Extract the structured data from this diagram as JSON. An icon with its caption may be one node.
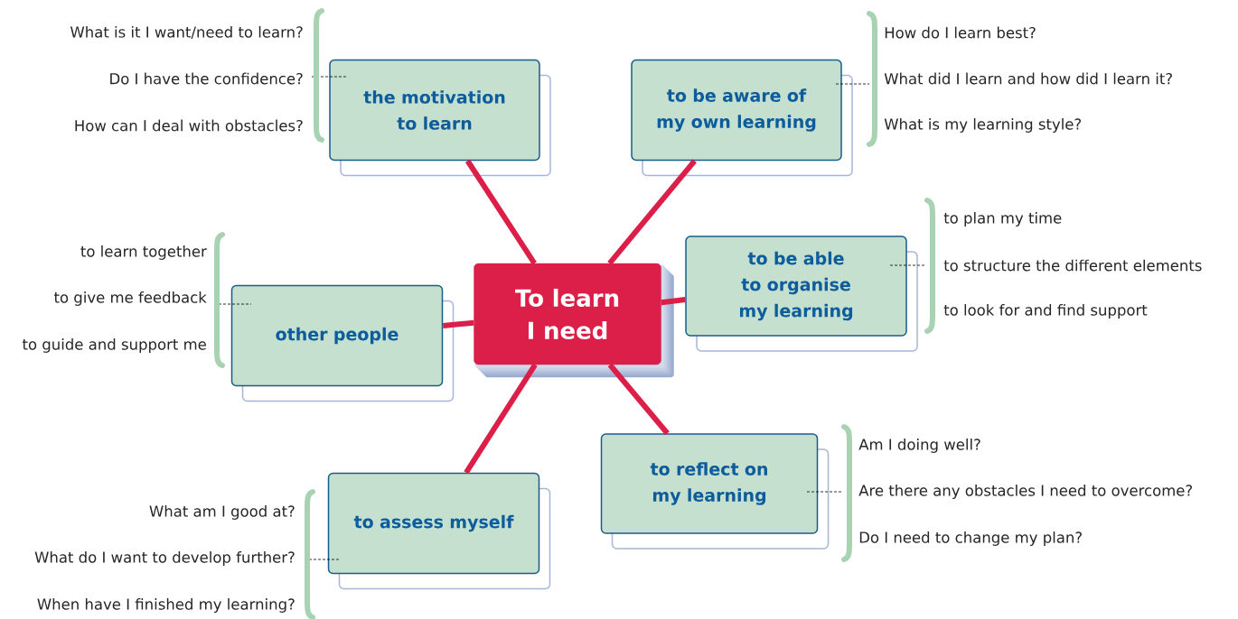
{
  "diagram": {
    "nodes": [
      {
        "text": [
          "To learn I need"
        ]
      },
      {
        "text": [
          "the motivation to learn"
        ],
        "beside": [
          "What is it I want/need to learn?",
          "Do I have the confidence?",
          "How can I deal with obstacles?"
        ]
      },
      {
        "text": [
          "to be aware of my own learning"
        ],
        "beside": [
          "How do I learn best?",
          "What did I learn and how did I learn it?",
          "What is my learning style?"
        ]
      },
      {
        "text": [
          "to be able to organise my learning"
        ],
        "beside": [
          "to plan my time",
          "to structure the different elements",
          "to look for and find support"
        ]
      },
      {
        "text": [
          "to reflect on my learning"
        ],
        "beside": [
          "Am I doing well?",
          "Are there any obstacles I need to overcome?",
          "Do I need to change my plan?"
        ]
      },
      {
        "text": [
          "to assess myself"
        ],
        "beside": [
          "What am I good at?",
          "What do I want to develop further?",
          "When have I finished my learning?"
        ]
      },
      {
        "text": [
          "other people"
        ],
        "beside": [
          "to learn together",
          "to give me feedback",
          "to guide and support me"
        ]
      }
    ],
    "edges": [
      {
        "from": 0,
        "to": 1,
        "arrow": "none"
      },
      {
        "from": 0,
        "to": 2,
        "arrow": "none"
      },
      {
        "from": 0,
        "to": 3,
        "arrow": "none"
      },
      {
        "from": 0,
        "to": 4,
        "arrow": "none"
      },
      {
        "from": 0,
        "to": 5,
        "arrow": "none"
      },
      {
        "from": 0,
        "to": 6,
        "arrow": "none"
      }
    ]
  }
}
